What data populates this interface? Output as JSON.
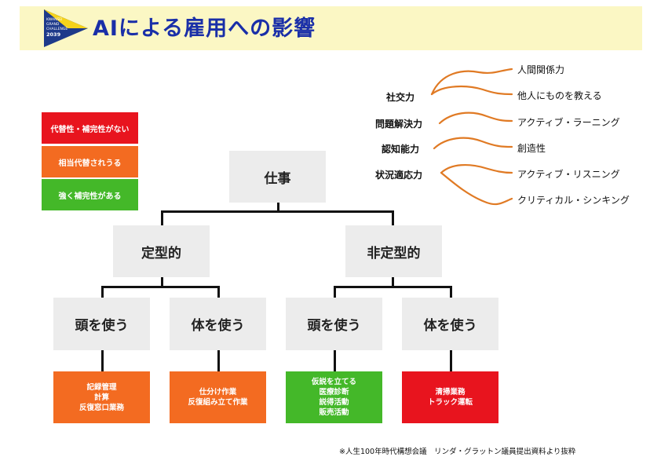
{
  "header": {
    "title": "AIによる雇用への影響",
    "logo_lines": [
      "KWANSEI",
      "GRAND",
      "CHALLENGE",
      "2039"
    ]
  },
  "legend": [
    {
      "label": "代替性・補完性がない",
      "color": "#e8141e"
    },
    {
      "label": "相当代替されうる",
      "color": "#f36b21"
    },
    {
      "label": "強く補完性がある",
      "color": "#44b829"
    }
  ],
  "tree": {
    "root": "仕事",
    "branches": [
      {
        "label": "定型的",
        "children": [
          {
            "label": "頭を使う",
            "tasks": "記録管理\n計算\n反復窓口業務",
            "color": "#f36b21"
          },
          {
            "label": "体を使う",
            "tasks": "仕分け作業\n反復組み立て作業",
            "color": "#f36b21"
          }
        ]
      },
      {
        "label": "非定型的",
        "children": [
          {
            "label": "頭を使う",
            "tasks": "仮説を立てる\n医療診断\n説得活動\n販売活動",
            "color": "#44b829"
          },
          {
            "label": "体を使う",
            "tasks": "清掃業務\nトラック運転",
            "color": "#e8141e"
          }
        ]
      }
    ]
  },
  "skills": {
    "abilities": [
      "社交力",
      "問題解決力",
      "認知能力",
      "状況適応力"
    ],
    "items": [
      "人間関係力",
      "他人にものを教える",
      "アクティブ・ラーニング",
      "創造性",
      "アクティブ・リスニング",
      "クリティカル・シンキング"
    ],
    "curve_color": "#e07a24"
  },
  "footer": "※人生100年時代構想会議　リンダ・グラットン議員提出資料より抜粋"
}
